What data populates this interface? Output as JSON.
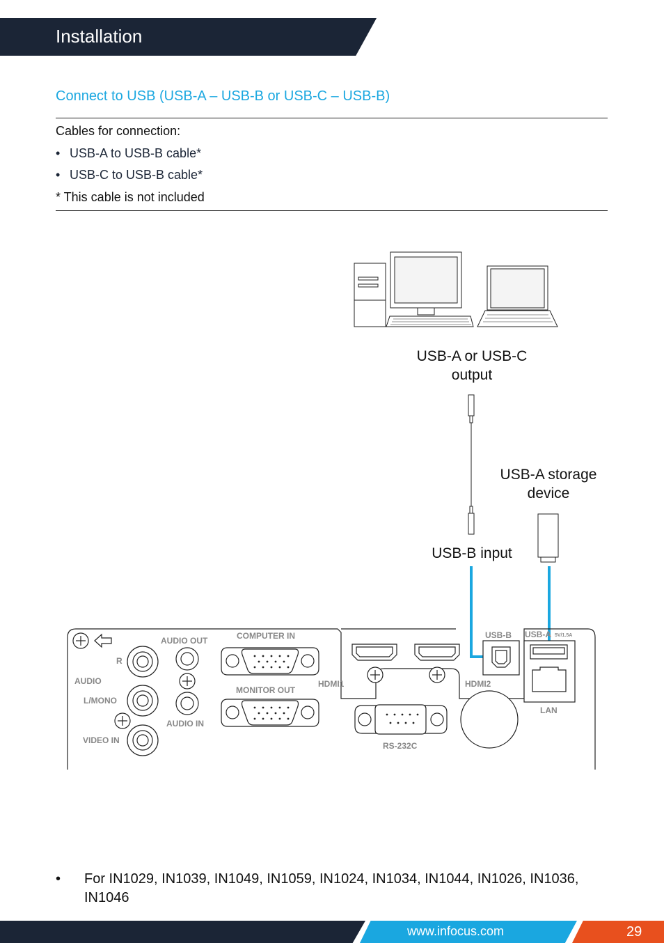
{
  "header": {
    "title": "Installation"
  },
  "section": {
    "heading": "Connect to USB (USB-A – USB-B or USB-C – USB-B)"
  },
  "cables": {
    "label": "Cables for connection:",
    "items": [
      "USB-A to USB-B cable*",
      "USB-C to USB-B cable*"
    ],
    "note": "* This cable is not included"
  },
  "diagram": {
    "computer_output_label_line1": "USB-A or USB-C",
    "computer_output_label_line2": "output",
    "storage_label_line1": "USB-A storage",
    "storage_label_line2": "device",
    "usb_b_input_label": "USB-B input",
    "cable_color": "#1aa7e0",
    "panel": {
      "audio_out": "AUDIO OUT",
      "computer_in": "COMPUTER IN",
      "r": "R",
      "audio": "AUDIO",
      "l_mono": "L/MONO",
      "video_in": "VIDEO IN",
      "audio_in": "AUDIO IN",
      "monitor_out": "MONITOR OUT",
      "hdmi1": "HDMI1",
      "hdmi2": "HDMI2",
      "rs232c": "RS-232C",
      "usb_b": "USB-B",
      "usb_a": "USB-A",
      "usb_a_rating": "5V/1.5A",
      "lan": "LAN"
    }
  },
  "footnote": {
    "bullet": "•",
    "text": "For IN1029, IN1039, IN1049, IN1059, IN1024, IN1034, IN1044, IN1026, IN1036, IN1046"
  },
  "footer": {
    "url": "www.infocus.com",
    "page": "29"
  },
  "colors": {
    "accent": "#1aa7e0",
    "dark": "#1b2536",
    "orange": "#e8501e"
  }
}
